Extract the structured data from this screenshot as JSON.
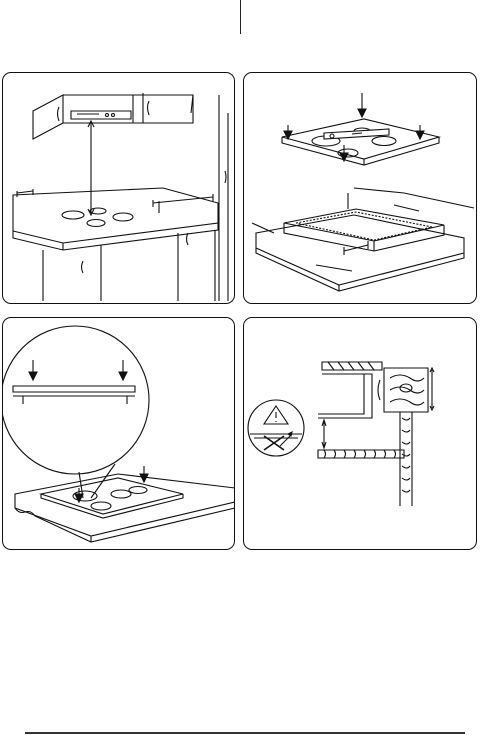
{
  "document": {
    "panels": [
      {
        "id": "p1",
        "subject": "cabinet-and-worktop-clearances"
      },
      {
        "id": "p2",
        "subject": "hob-cutout-and-seal"
      },
      {
        "id": "p3",
        "subject": "hob-edge-detail"
      },
      {
        "id": "p4",
        "subject": "protection-board-warning"
      }
    ],
    "colors": {
      "line": "#111111",
      "background": "#ffffff"
    }
  }
}
